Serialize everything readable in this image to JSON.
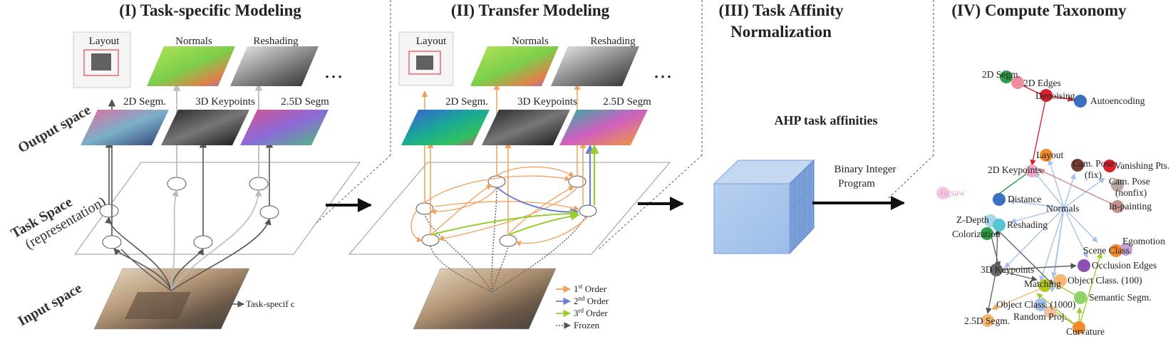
{
  "sections": {
    "s1_title": "(I) Task-specific Modeling",
    "s2_title": "(II) Transfer Modeling",
    "s3_title_line1": "(III) Task Affinity",
    "s3_title_line2": "Normalization",
    "s4_title": "(IV) Compute Taxonomy"
  },
  "axes": {
    "output_space": "Output space",
    "task_space": "Task Space",
    "task_space_sub": "(representation)",
    "input_space": "Input space"
  },
  "panel1": {
    "top_labels": [
      "Layout",
      "Normals",
      "Reshading"
    ],
    "mid_labels": [
      "2D Segm.",
      "3D Keypoints",
      "2.5D Segm"
    ],
    "ellipsis": "• • •",
    "legend": "Task-specif c"
  },
  "panel2": {
    "top_labels": [
      "Layout",
      "Normals",
      "Reshading"
    ],
    "mid_labels": [
      "2D Segm.",
      "3D Keypoints",
      "2.5D Segm"
    ],
    "ellipsis": "• • •",
    "legend": [
      {
        "base": "1",
        "sup": "st",
        "rest": "  Order",
        "color": "#f2a05a"
      },
      {
        "base": "2",
        "sup": "nd",
        "rest": " Order",
        "color": "#6b7fd4"
      },
      {
        "base": "3",
        "sup": "rd",
        "rest": " Order",
        "color": "#9acd32"
      },
      {
        "base": "",
        "sup": "",
        "rest": "Frozen",
        "color": "#666666"
      }
    ]
  },
  "panel3": {
    "ahp_label": "AHP task affinities",
    "bip_line1": "Binary Integer",
    "bip_line2": "Program"
  },
  "taxonomy": {
    "nodes": [
      {
        "label": "2D Segm.",
        "color": "#2e9e48"
      },
      {
        "label": "2D Edges",
        "color": "#f08ca0"
      },
      {
        "label": "Denoising",
        "color": "#d6232e"
      },
      {
        "label": "Autoencoding",
        "color": "#3a6fc2"
      },
      {
        "label": "Layout",
        "color": "#f08a2a"
      },
      {
        "label": "2D Keypoints",
        "color": "#f2a6cc"
      },
      {
        "label": "Cam. Pose (fix)",
        "color": "#7a3f33"
      },
      {
        "label": "Vanishing Pts.",
        "color": "#d6232e"
      },
      {
        "label": "Cam. Pose (nonfix)",
        "color": "#b9a7a2"
      },
      {
        "label": "Jigsaw",
        "color": "#f5c6e3"
      },
      {
        "label": "Distance",
        "color": "#3a6fc2"
      },
      {
        "label": "In-painting",
        "color": "#c4908c"
      },
      {
        "label": "Normals",
        "color": "#ffffff"
      },
      {
        "label": "Z-Depth",
        "color": "#a8d8e8"
      },
      {
        "label": "Reshading",
        "color": "#56c5d4"
      },
      {
        "label": "Colorization",
        "color": "#2e9e48"
      },
      {
        "label": "Egomotion",
        "color": "#c4a3d8"
      },
      {
        "label": "Scene Class.",
        "color": "#f08a2a"
      },
      {
        "label": "3D Keypoints",
        "color": "#666666"
      },
      {
        "label": "Occlusion Edges",
        "color": "#8e4fb4"
      },
      {
        "label": "Matching",
        "color": "#b7c71f"
      },
      {
        "label": "Object Class. (100)",
        "color": "#f4b870"
      },
      {
        "label": "Semantic Segm.",
        "color": "#8ed46a"
      },
      {
        "label": "Object Class. (1000)",
        "color": "#a9c2ea"
      },
      {
        "label": "Random Proj.",
        "color": "#f0c4a0"
      },
      {
        "label": "2.5D Segm.",
        "color": "#f4b870"
      },
      {
        "label": "Curvature",
        "color": "#f08a2a"
      }
    ]
  }
}
